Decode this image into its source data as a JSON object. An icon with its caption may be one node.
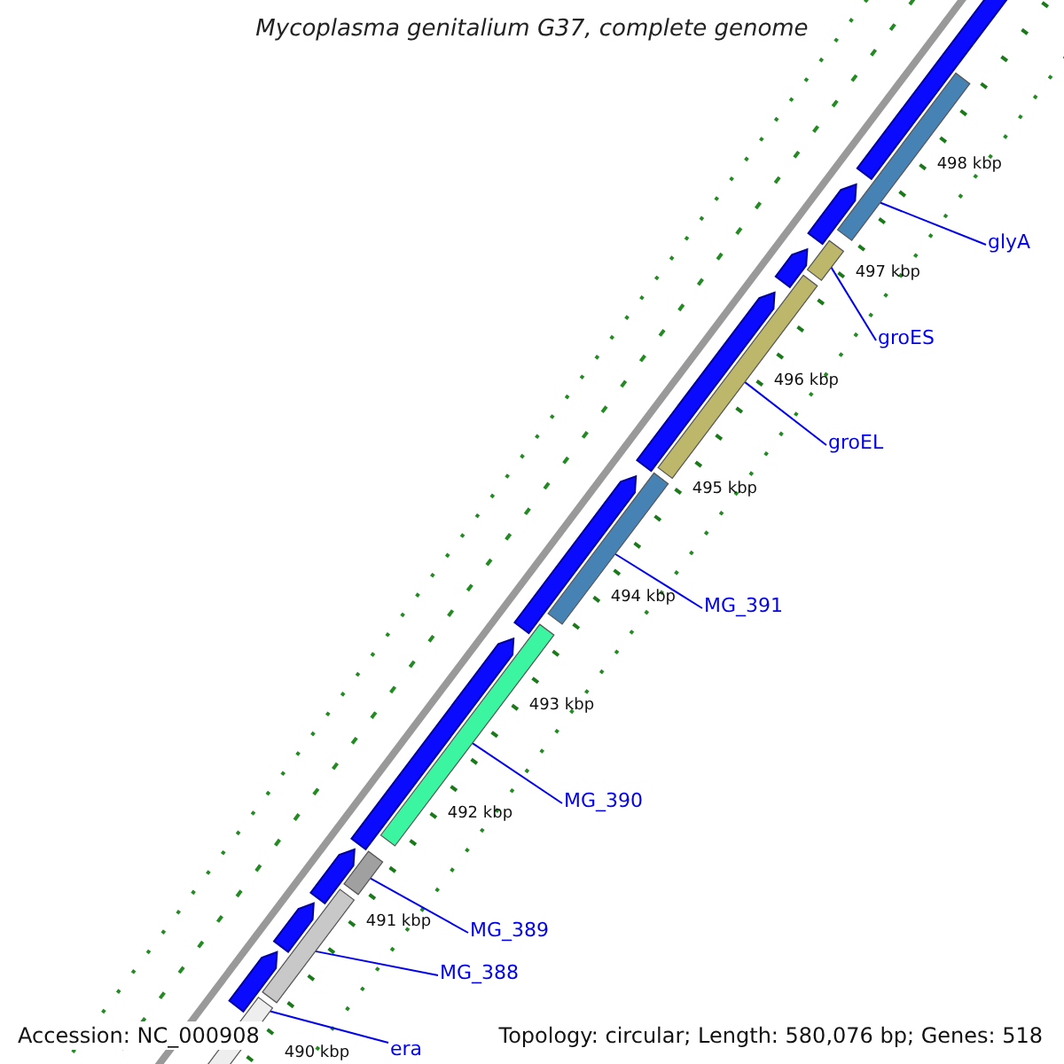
{
  "diagram": {
    "title": "Mycoplasma genitalium G37, complete genome",
    "nodes": [
      {
        "text": [
          "glyA"
        ]
      },
      {
        "text": [],
        "shape": "bar"
      },
      {
        "text": [
          "groES"
        ]
      },
      {
        "text": [],
        "shape": "bar"
      },
      {
        "text": [
          "groEL"
        ]
      },
      {
        "text": [],
        "shape": "bar"
      },
      {
        "text": [
          "MG_391"
        ]
      },
      {
        "text": [],
        "shape": "bar"
      },
      {
        "text": [
          "MG_390"
        ]
      },
      {
        "text": [],
        "shape": "bar"
      },
      {
        "text": [
          "MG_389"
        ]
      },
      {
        "text": [],
        "shape": "bar"
      },
      {
        "text": [
          "MG_388"
        ]
      },
      {
        "text": [],
        "shape": "bar"
      },
      {
        "text": [
          "era"
        ]
      },
      {
        "text": [],
        "shape": "bar"
      },
      {
        "text": [],
        "shape": "arrow"
      },
      {
        "text": [],
        "shape": "arrow"
      },
      {
        "text": [],
        "shape": "arrow"
      },
      {
        "text": [],
        "shape": "arrow"
      },
      {
        "text": [],
        "shape": "arrow"
      },
      {
        "text": [],
        "shape": "arrow"
      },
      {
        "text": [],
        "shape": "arrow"
      },
      {
        "text": [],
        "shape": "arrow"
      },
      {
        "text": [],
        "shape": "arrow"
      }
    ],
    "edges": [
      {
        "from": 0,
        "to": 1,
        "arrow": "none"
      },
      {
        "from": 2,
        "to": 3,
        "arrow": "none"
      },
      {
        "from": 4,
        "to": 5,
        "arrow": "none"
      },
      {
        "from": 6,
        "to": 7,
        "arrow": "none"
      },
      {
        "from": 8,
        "to": 9,
        "arrow": "none"
      },
      {
        "from": 10,
        "to": 11,
        "arrow": "none"
      },
      {
        "from": 12,
        "to": 13,
        "arrow": "none"
      },
      {
        "from": 14,
        "to": 15,
        "arrow": "none"
      }
    ],
    "labels": [
      "498 kbp",
      "497 kbp",
      "496 kbp",
      "495 kbp",
      "494 kbp",
      "493 kbp",
      "492 kbp",
      "491 kbp",
      "490 kbp",
      "Accession: NC_000908",
      "Topology: circular; Length: 580,076 bp; Genes: 518"
    ]
  }
}
